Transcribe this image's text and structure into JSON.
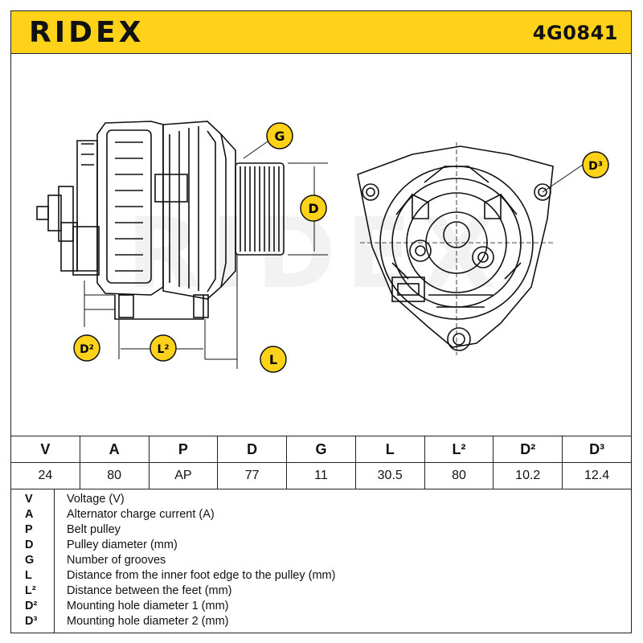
{
  "brand": {
    "logo_text": "RIDEX",
    "part_number": "4G0841",
    "accent": "#ffd21a"
  },
  "callouts": {
    "g": "G",
    "d": "D",
    "d2": "D²",
    "d3": "D³",
    "l": "L",
    "l2": "L²"
  },
  "watermark": "RIDEX",
  "spec_table": {
    "headers": [
      "V",
      "A",
      "P",
      "D",
      "G",
      "L",
      "L²",
      "D²",
      "D³"
    ],
    "values": [
      "24",
      "80",
      "AP",
      "77",
      "11",
      "30.5",
      "80",
      "10.2",
      "12.4"
    ]
  },
  "legend": [
    {
      "symbol": "V",
      "description": "Voltage (V)"
    },
    {
      "symbol": "A",
      "description": "Alternator charge current (A)"
    },
    {
      "symbol": "P",
      "description": "Belt pulley"
    },
    {
      "symbol": "D",
      "description": "Pulley diameter (mm)"
    },
    {
      "symbol": "G",
      "description": "Number of grooves"
    },
    {
      "symbol": "L",
      "description": "Distance from the inner foot edge to the pulley (mm)"
    },
    {
      "symbol": "L²",
      "description": "Distance between the feet (mm)"
    },
    {
      "symbol": "D²",
      "description": "Mounting hole diameter 1 (mm)"
    },
    {
      "symbol": "D³",
      "description": "Mounting hole diameter 2 (mm)"
    }
  ]
}
